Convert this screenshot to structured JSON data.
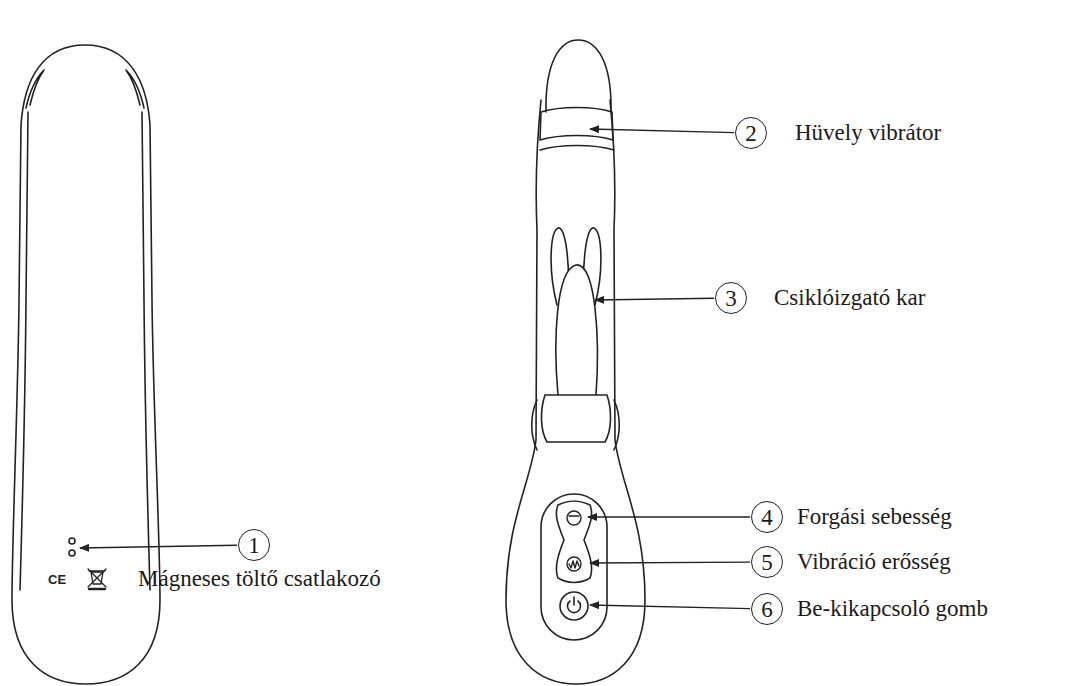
{
  "diagram": {
    "nodes": [
      {
        "text": [
          "1"
        ]
      },
      {
        "text": [
          "2"
        ]
      },
      {
        "text": [
          "3"
        ]
      },
      {
        "text": [
          "4"
        ]
      },
      {
        "text": [
          "5"
        ]
      },
      {
        "text": [
          "6"
        ]
      }
    ],
    "labels": [
      "Mágneses töltő csatlakozó",
      "Hüvely vibrátor",
      "Csiklóizgató kar",
      "Forgási sebesség",
      "Vibráció erősség",
      "Be-kikapcsoló gomb",
      "CE"
    ]
  }
}
